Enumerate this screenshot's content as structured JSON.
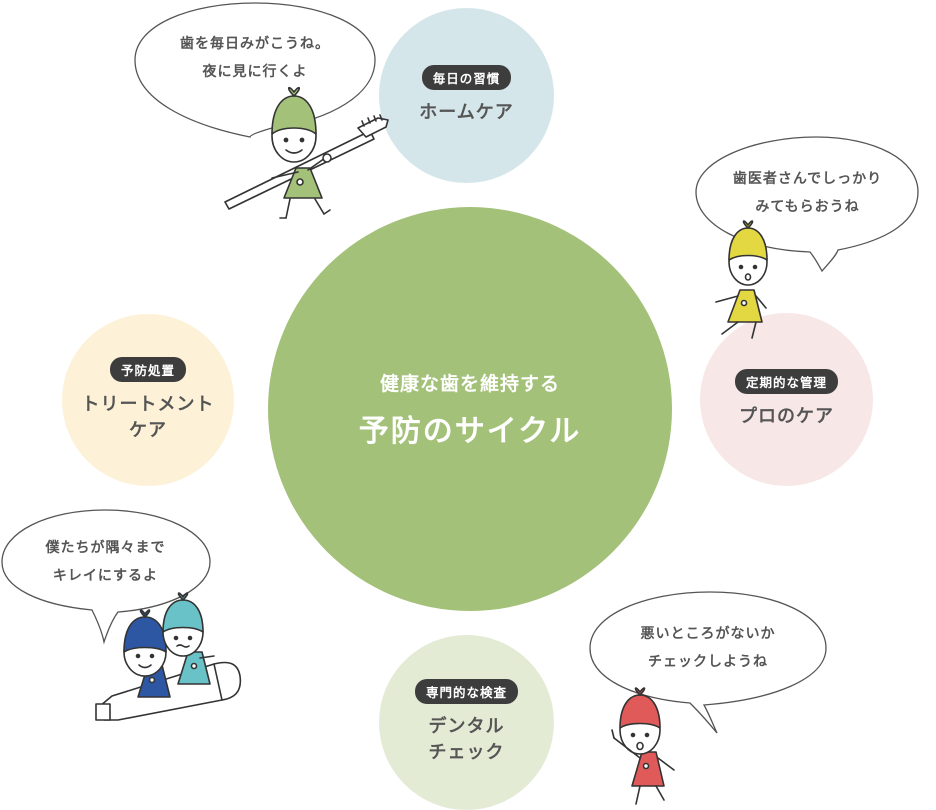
{
  "center": {
    "subtitle": "健康な歯を維持する",
    "title": "予防のサイクル"
  },
  "home": {
    "badge": "毎日の習慣",
    "title": "ホームケア"
  },
  "pro": {
    "badge": "定期的な管理",
    "title": "プロのケア"
  },
  "dental": {
    "badge": "専門的な検査",
    "title_line1": "デンタル",
    "title_line2": "チェック"
  },
  "treatment": {
    "badge": "予防処置",
    "title_line1": "トリートメント",
    "title_line2": "ケア"
  },
  "bubbles": {
    "home": {
      "line1": "歯を毎日みがこうね。",
      "line2": "夜に見に行くよ"
    },
    "pro": {
      "line1": "歯医者さんでしっかり",
      "line2": "みてもらおうね"
    },
    "treatment": {
      "line1": "僕たちが隅々まで",
      "line2": "キレイにするよ"
    },
    "dental": {
      "line1": "悪いところがないか",
      "line2": "チェックしようね"
    }
  },
  "colors": {
    "center": "#a3c178",
    "home": "#d4e6ea",
    "pro": "#f8e7e7",
    "dental": "#e4ebd5",
    "treatment": "#fdf1d8"
  },
  "characters": {
    "home": "green",
    "pro": "yellow",
    "treatment": [
      "navy",
      "teal"
    ],
    "dental": "red"
  }
}
